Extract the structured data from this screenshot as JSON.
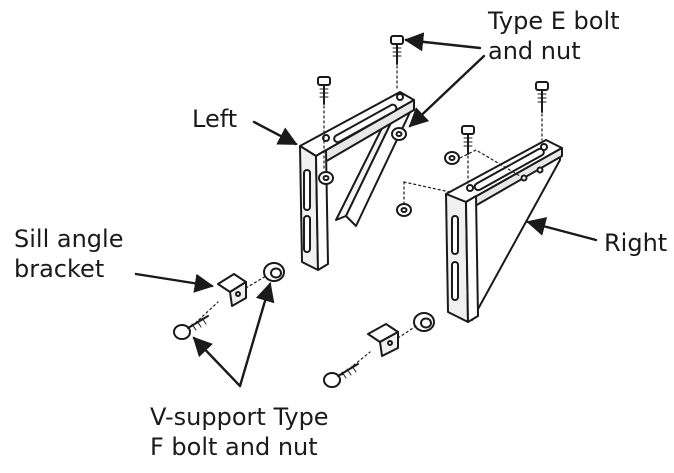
{
  "labels": {
    "type_e": {
      "line1": "Type E bolt",
      "line2": "and nut"
    },
    "left": "Left",
    "right": "Right",
    "sill": {
      "line1": "Sill angle",
      "line2": "bracket"
    },
    "v_support": {
      "line1": "V-support Type",
      "line2": "F bolt and nut"
    }
  },
  "colors": {
    "ink": "#1a1a1a",
    "paper": "#ffffff",
    "hatch": "#555555"
  }
}
